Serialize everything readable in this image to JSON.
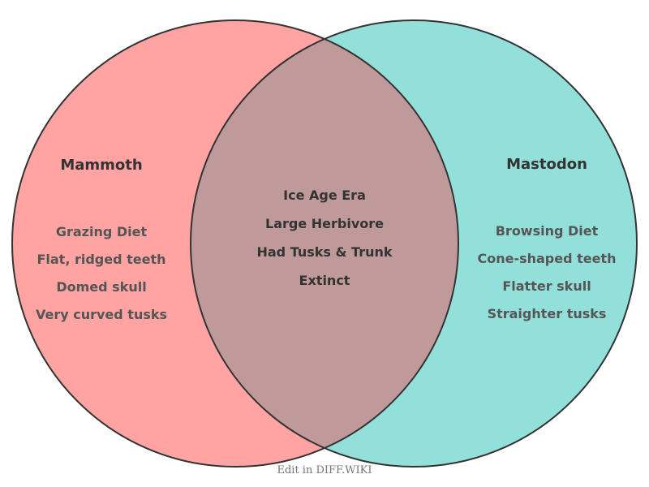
{
  "diagram": {
    "type": "venn",
    "left": {
      "title": "Mammoth",
      "color": "#ffa3a3",
      "items": [
        "Grazing Diet",
        "Flat, ridged teeth",
        "Domed skull",
        "Very curved tusks"
      ]
    },
    "right": {
      "title": "Mastodon",
      "color": "#93e0da",
      "items": [
        "Browsing Diet",
        "Cone-shaped teeth",
        "Flatter skull",
        "Straighter tusks"
      ]
    },
    "overlap": {
      "color": "#c09a9a",
      "items": [
        "Ice Age Era",
        "Large Herbivore",
        "Had Tusks & Trunk",
        "Extinct"
      ]
    }
  },
  "footer": {
    "link_text": "Edit in DIFF.WIKI"
  }
}
